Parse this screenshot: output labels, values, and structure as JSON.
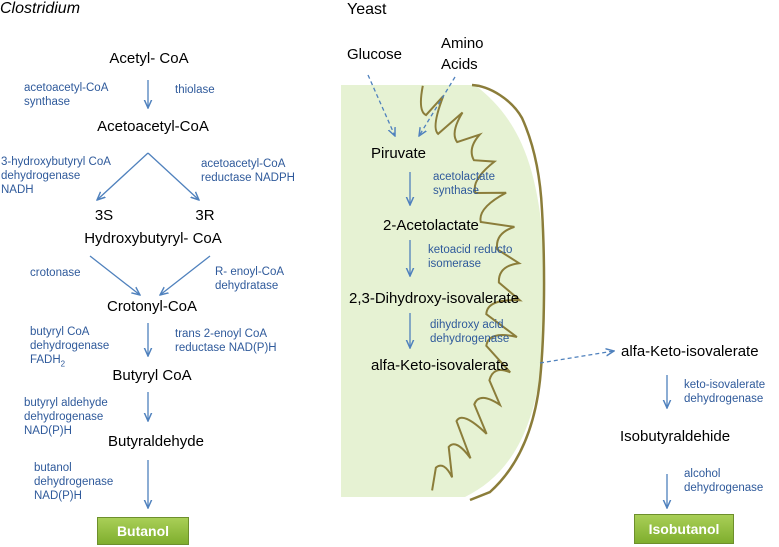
{
  "clostridium": {
    "title": "Clostridium",
    "metabolites": {
      "acetyl_coa": "Acetyl- CoA",
      "acetoacetyl_coa": "Acetoacetyl-CoA",
      "stereo_s": "3S",
      "stereo_r": "3R",
      "hydroxybutyryl_coa": "Hydroxybutyryl- CoA",
      "crotonyl_coa": "Crotonyl-CoA",
      "butyryl_coa": "Butyryl CoA",
      "butyraldehyde": "Butyraldehyde"
    },
    "enzymes": {
      "acetoacetyl_synthase": "acetoacetyl-CoA\nsynthase",
      "thiolase": "thiolase",
      "hbd": "3-hydroxybutyryl CoA\ndehydrogenase\nNADH",
      "acetoacetyl_reductase": "acetoacetyl-CoA\nreductase NADPH",
      "crotonase": "crotonase",
      "enoyl_dehydratase": "R- enoyl-CoA\ndehydratase",
      "butyryl_dehydrogenase": "butyryl CoA\ndehydrogenase\nFADH",
      "fadh_subscript": "2",
      "trans_enoyl_reductase": "trans 2-enoyl CoA\nreductase NAD(P)H",
      "butyryl_aldehyde_dh": "butyryl aldehyde\ndehydrogenase\nNAD(P)H",
      "butanol_dh": "butanol\ndehydrogenase\nNAD(P)H"
    },
    "product": "Butanol"
  },
  "yeast": {
    "title": "Yeast",
    "metabolites": {
      "glucose": "Glucose",
      "amino_acids": "Amino\nAcids",
      "piruvate": "Piruvate",
      "acetolactate": "2-Acetolactate",
      "dihydroxy_isovalerate": "2,3-Dihydroxy-isovalerate",
      "keto_isovalerate_in": "alfa-Keto-isovalerate",
      "keto_isovalerate_out": "alfa-Keto-isovalerate",
      "isobutyraldehide": "Isobutyraldehide"
    },
    "enzymes": {
      "acetolactate_synthase": "acetolactate\nsynthase",
      "ketoacid_reductoisomerase": "ketoacid reducto\nisomerase",
      "dihydroxy_acid_dh": "dihydroxy acid\ndehydrogenase",
      "keto_isovalerate_dh": "keto-isovalerate\ndehydrogenase",
      "alcohol_dh": "alcohol\ndehydrogenase"
    },
    "product": "Isobutanol"
  },
  "colors": {
    "arrow": "#4f81bd",
    "enzyme_text": "#2f5a9b",
    "mitochondrion_fill": "#e6f2d3",
    "mitochondrion_stroke": "#8b7d3a",
    "product_box": "#8dbb3a"
  }
}
